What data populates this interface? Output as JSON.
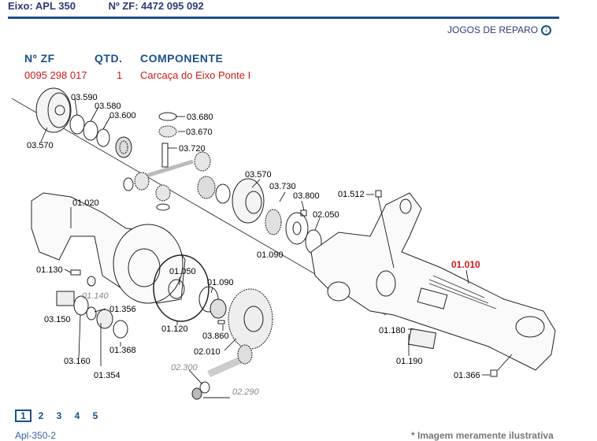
{
  "header": {
    "axle_label": "Eixo: APL 350",
    "zf_label": "Nº ZF: 4472 095 092"
  },
  "repair_link": {
    "label": "JOGOS DE REPARO",
    "icon": "arrow-down-circle-icon"
  },
  "table": {
    "columns": [
      "Nº ZF",
      "QTD.",
      "COMPONENTE"
    ],
    "rows": [
      {
        "zf": "0095 298 017",
        "qty": "1",
        "component": "Carcaça do Eixo Ponte I"
      }
    ]
  },
  "diagram": {
    "part_labels": [
      "03.590",
      "03.580",
      "03.600",
      "03.570",
      "03.680",
      "03.670",
      "03.720",
      "03.570",
      "03.730",
      "03.800",
      "02.050",
      "01.512",
      "01.020",
      "01.090",
      "01.010",
      "01.130",
      "01.140",
      "01.356",
      "01.050",
      "01.090",
      "03.150",
      "01.120",
      "03.860",
      "01.368",
      "02.010",
      "03.160",
      "01.354",
      "02.300",
      "02.290",
      "01.180",
      "01.190",
      "01.366"
    ],
    "highlighted_part": "01.010",
    "greyed_parts": [
      "01.140",
      "02.300",
      "02.290"
    ]
  },
  "pagination": {
    "pages": [
      "1",
      "2",
      "3",
      "4",
      "5"
    ],
    "current": "1"
  },
  "footer": {
    "code": "Apl-350-2",
    "note": "* Imagem meramente ilustrativa"
  },
  "colors": {
    "brand_blue": "#1a4f8a",
    "highlight_red": "#d01a1a"
  }
}
